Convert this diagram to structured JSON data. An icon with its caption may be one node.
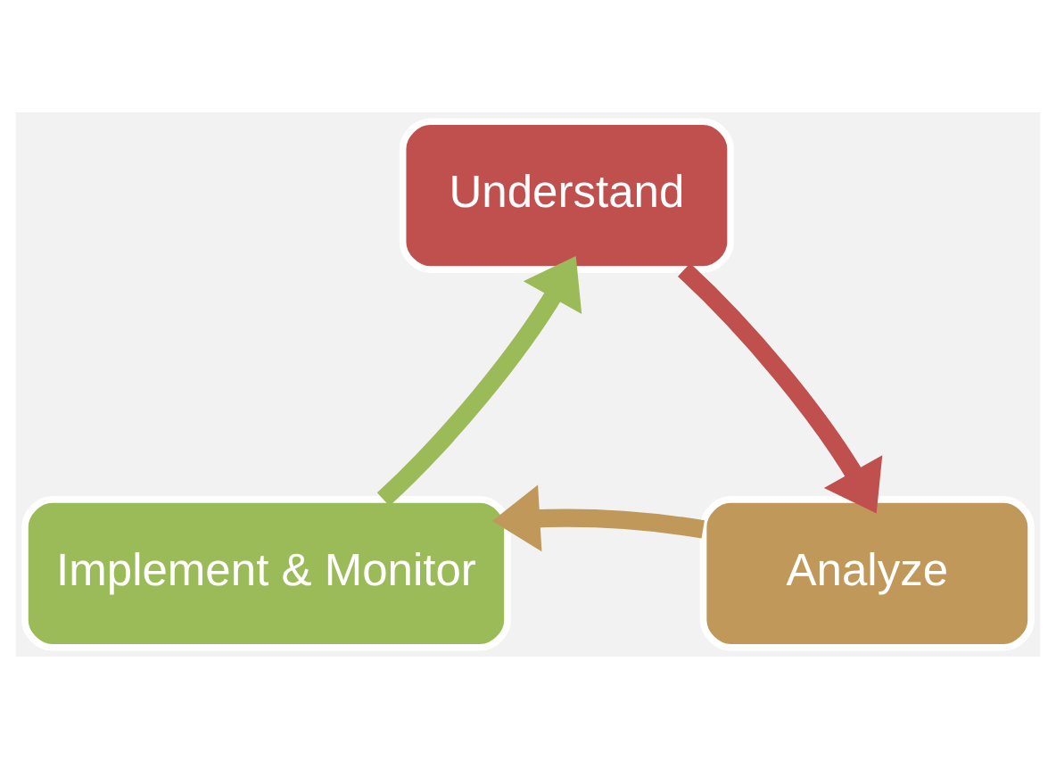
{
  "diagram": {
    "nodes": [
      {
        "text": [
          "Understand"
        ]
      },
      {
        "text": [
          "Analyze"
        ]
      },
      {
        "text": [
          "Implement & Monitor"
        ]
      }
    ],
    "edges": [
      {
        "from": 0,
        "to": 1,
        "arrow": "to",
        "color": "#c0504d"
      },
      {
        "from": 1,
        "to": 2,
        "arrow": "to",
        "color": "#c0995a"
      },
      {
        "from": 2,
        "to": 0,
        "arrow": "to",
        "color": "#9bbb59"
      }
    ]
  }
}
